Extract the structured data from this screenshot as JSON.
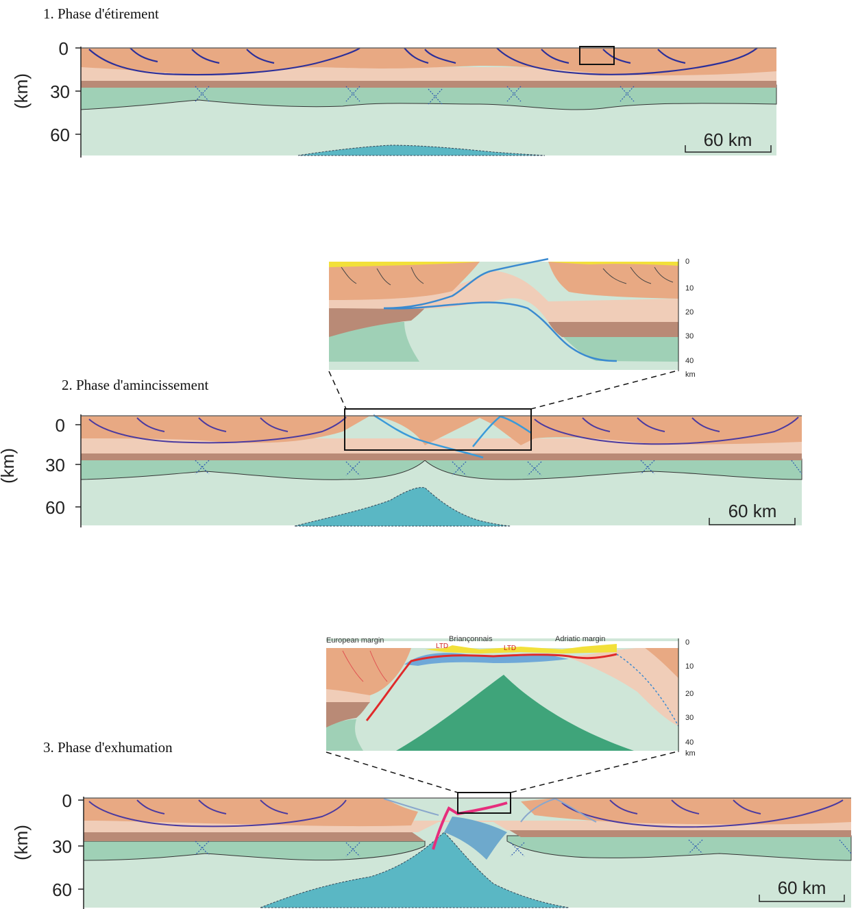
{
  "captions": {
    "phase1": "1. Phase d'étirement",
    "phase2": "2. Phase d'amincissement",
    "phase3": "3. Phase d'exhumation"
  },
  "section_axis": {
    "unit": "(km)",
    "ticks": [
      "0",
      "30",
      "60"
    ],
    "scale_bar": "60 km"
  },
  "inset_axis": {
    "ticks": [
      "0",
      "10",
      "20",
      "30",
      "40"
    ],
    "unit": "km"
  },
  "inset3_labels": {
    "european_margin": "European margin",
    "brianconnais": "Briançonnais",
    "adriatic_margin": "Adriatic margin",
    "ltd_1": "LTD",
    "ltd_2": "LTD"
  },
  "colors": {
    "upper_crust": "#e8a983",
    "middle_crust": "#f0cdb8",
    "lower_crust": "#b98a76",
    "lithospheric_mantle": "#9fd0b6",
    "asthenosphere_light": "#cfe6d8",
    "asthenosphere_upwelling": "#5ab7c4",
    "sediments": "#f2e03a",
    "detachment_fault": "#2b2f9a",
    "thinning_fault": "#3a9ad9",
    "exhumation_fault": "#e62e7c"
  }
}
